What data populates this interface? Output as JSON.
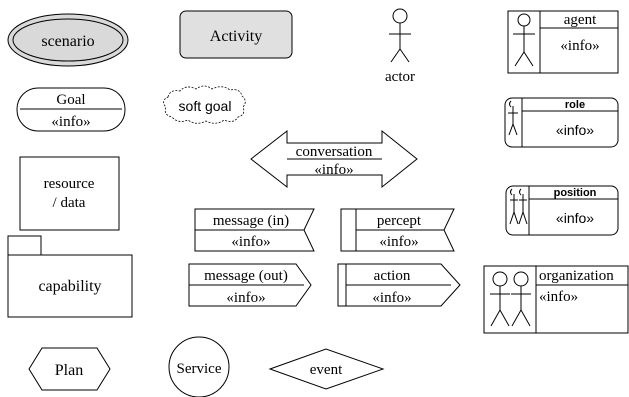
{
  "legend": {
    "scenario": {
      "label": "scenario"
    },
    "activity": {
      "label": "Activity"
    },
    "actor": {
      "label": "actor"
    },
    "agent": {
      "label": "agent",
      "info": "«info»"
    },
    "goal": {
      "label": "Goal",
      "info": "«info»"
    },
    "soft_goal": {
      "label": "soft goal"
    },
    "role": {
      "label": "role",
      "info": "«info»"
    },
    "conversation": {
      "label": "conversation",
      "info": "«info»"
    },
    "resource": {
      "line1": "resource",
      "line2": "/ data"
    },
    "position": {
      "label": "position",
      "info": "«info»"
    },
    "message_in": {
      "label": "message (in)",
      "info": "«info»"
    },
    "percept": {
      "label": "percept",
      "info": "«info»"
    },
    "capability": {
      "label": "capability"
    },
    "message_out": {
      "label": "message (out)",
      "info": "«info»"
    },
    "action": {
      "label": "action",
      "info": "«info»"
    },
    "organization": {
      "label": "organization",
      "info": "«info»"
    },
    "plan": {
      "label": "Plan"
    },
    "service": {
      "label": "Service"
    },
    "event": {
      "label": "event"
    }
  },
  "colors": {
    "scenario_fill": "#d9d9d9",
    "activity_fill": "#e0e0e0",
    "stroke": "#000000"
  }
}
